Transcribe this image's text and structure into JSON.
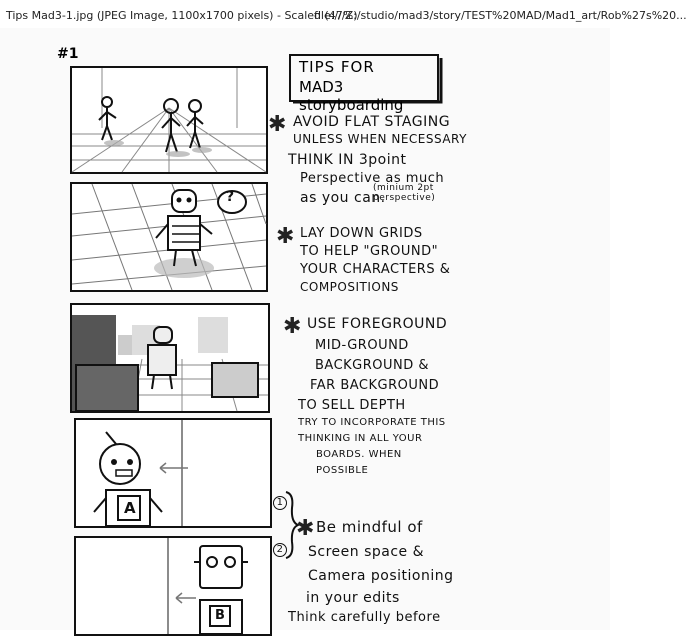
{
  "window": {
    "title": "Tips Mad3-1.jpg (JPEG Image, 1100x1700 pixels) - Scaled (47%)",
    "url": "file:///Z:/studio/mad3/story/TEST%20MAD/Mad1_art/Rob%27s%20..."
  },
  "sheet": {
    "number": "#1",
    "title_line1": "TIPS FOR",
    "title_line2": "MAD3 storyboarding",
    "tips": [
      {
        "lines": [
          "AVOID FLAT STAGING",
          "UNLESS WHEN NECESSARY",
          "THINK IN 3point",
          "Perspective as much",
          "as you can."
        ],
        "note": "(minium 2pt perspective)"
      },
      {
        "lines": [
          "LAY DOWN GRIDS",
          "TO HELP \"GROUND\"",
          "YOUR CHARACTERS &",
          "COMPOSITIONS"
        ]
      },
      {
        "lines": [
          "USE FOREGROUND",
          "MID-GROUND",
          "BACKGROUND &",
          "FAR BACKGROUND",
          "TO SELL DEPTH"
        ],
        "sub": [
          "TRY TO INCORPORATE THIS",
          "THINKING IN ALL YOUR",
          "BOARDS. WHEN",
          "POSSIBLE"
        ]
      },
      {
        "lines": [
          "Be mindful of",
          "Screen space &",
          "Camera positioning",
          "in your edits",
          "Think carefully before"
        ],
        "markers": [
          "1",
          "2"
        ]
      }
    ],
    "panel_labels": {
      "speech": "?",
      "sign_a": "A",
      "sign_b": "B"
    }
  }
}
